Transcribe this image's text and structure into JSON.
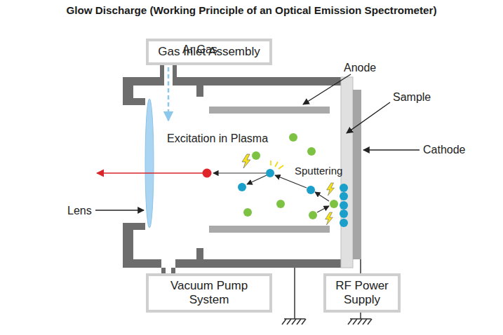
{
  "diagram": {
    "title": "Glow Discharge (Working Principle of an Optical Emission Spectrometer)",
    "nodes": [
      {
        "text": [
          "Gas Inlet Assembly"
        ]
      },
      {
        "text": [
          "Vacuum Pump System"
        ]
      },
      {
        "text": [
          "RF Power Supply"
        ]
      }
    ],
    "labels": [
      "Ar Gas",
      "Anode",
      "Sample",
      "Excitation in Plasma",
      "Sputtering",
      "Cathode",
      "Lens"
    ]
  }
}
